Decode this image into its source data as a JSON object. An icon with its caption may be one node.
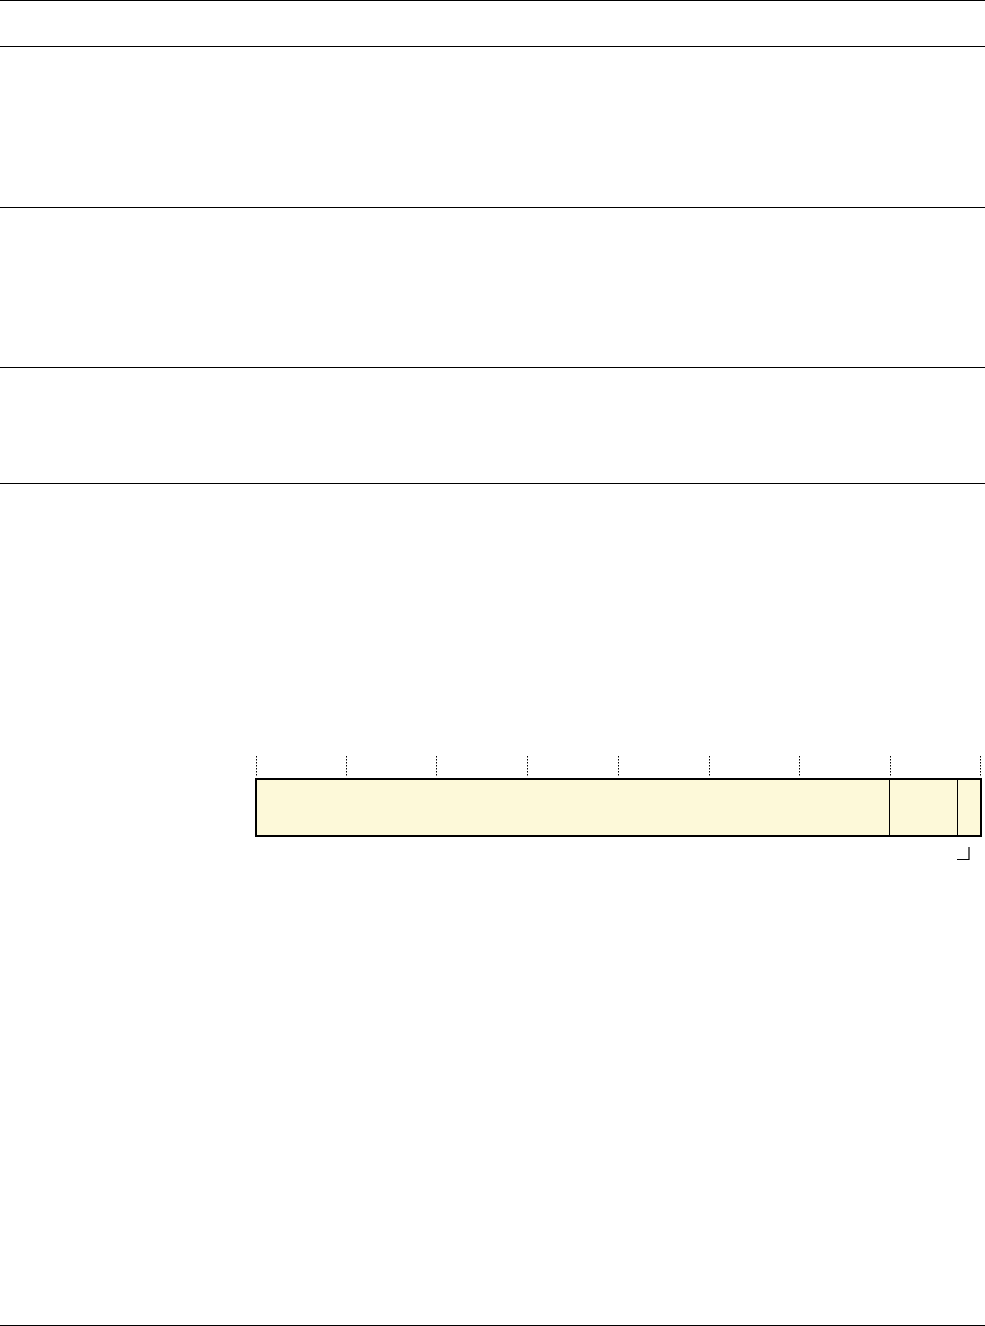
{
  "diagram": {
    "nodes": [
      {
        "text": [],
        "shape": "bar"
      },
      {
        "text": [],
        "shape": "bar"
      },
      {
        "text": [],
        "shape": "bar"
      }
    ]
  }
}
